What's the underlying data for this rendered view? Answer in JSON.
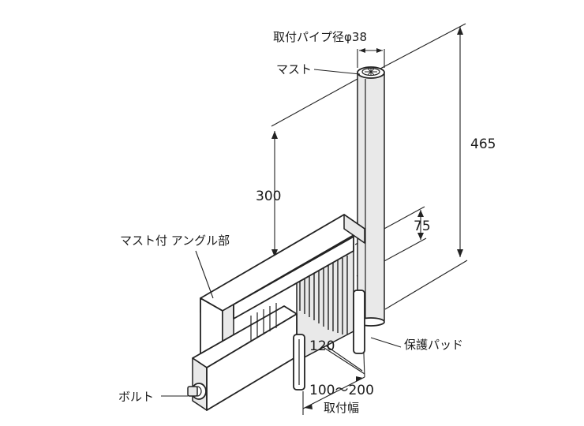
{
  "labels": {
    "pipe_diameter": "取付パイプ径φ38",
    "mast": "マスト",
    "angle_part": "マスト付 アングル部",
    "protective_pad": "保護パッド",
    "bolt": "ボルト",
    "mount_width_label": "取付幅"
  },
  "dimensions": {
    "total_height": "465",
    "angle_height": "300",
    "pad_height": "75",
    "depth": "120",
    "mount_width_range": "100〜200"
  }
}
